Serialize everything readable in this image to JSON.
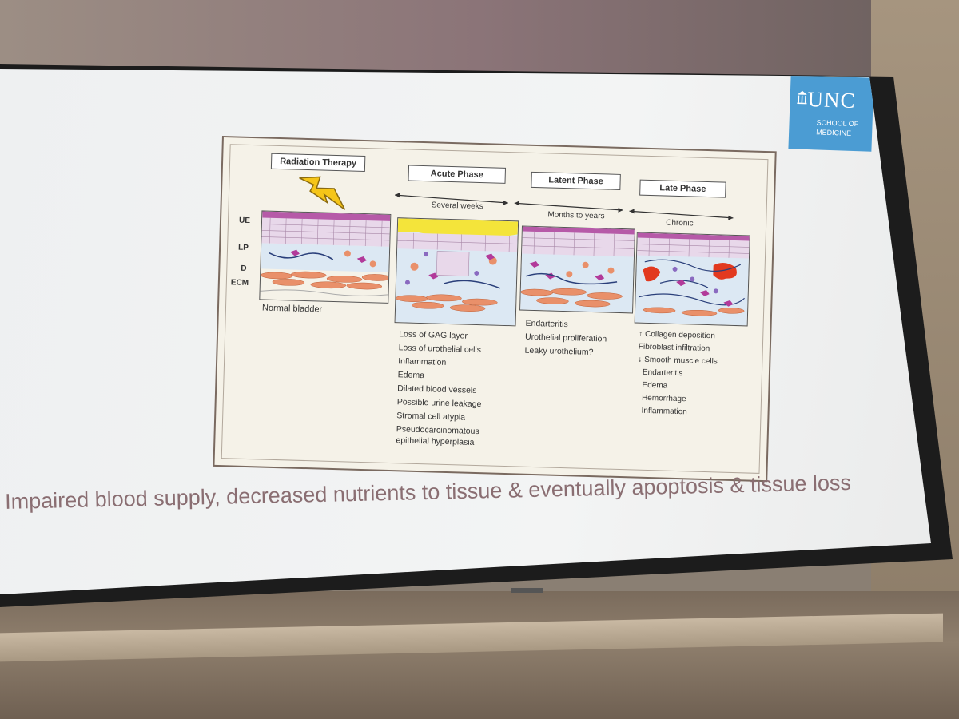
{
  "logo": {
    "name": "UNC",
    "subtitle_line1": "SCHOOL OF",
    "subtitle_line2": "MEDICINE",
    "color": "#4b9cd3"
  },
  "figure": {
    "radiation_label": "Radiation Therapy",
    "layers": [
      "UE",
      "LP",
      "D",
      "ECM"
    ],
    "normal_label": "Normal bladder",
    "phases": [
      {
        "title": "Acute Phase",
        "duration": "Several weeks",
        "effects": [
          "Loss of GAG layer",
          "Loss of urothelial cells",
          "Inflammation",
          "Edema",
          "Dilated blood vessels",
          "Possible urine leakage",
          "Stromal cell atypia",
          "Pseudocarcinomatous",
          "epithelial hyperplasia"
        ]
      },
      {
        "title": "Latent Phase",
        "duration": "Months to years",
        "effects": [
          "Endarteritis",
          "Urothelial proliferation",
          "Leaky urothelium?"
        ]
      },
      {
        "title": "Late Phase",
        "duration": "Chronic",
        "effects": [
          "↑ Collagen deposition",
          "Fibroblast infiltration",
          "↓ Smooth muscle cells",
          "Endarteritis",
          "Edema",
          "Hemorrhage",
          "Inflammation"
        ]
      }
    ],
    "colors": {
      "urothelium": "#e8d8ea",
      "umbrella": "#b65aa8",
      "lamina": "#dce8f3",
      "muscle": "#e9906a",
      "gag_loss": "#f4e43a",
      "fibrosis": "#e2391f"
    }
  },
  "caption": "Impaired blood supply, decreased nutrients to tissue & eventually apoptosis & tissue loss"
}
